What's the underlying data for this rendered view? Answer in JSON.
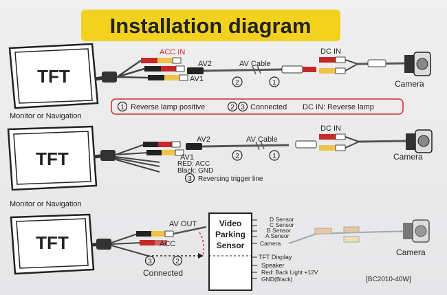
{
  "title": "Installation diagram",
  "monitor": {
    "screen_label": "TFT",
    "caption": "Monitor or Navigation"
  },
  "labels": {
    "acc_in": "ACC IN",
    "dc_in": "DC IN",
    "av1": "AV1",
    "av2": "AV2",
    "av_cable": "AV Cable",
    "camera": "Camera",
    "red_acc": "RED: ACC",
    "black_gnd": "Black: GND",
    "reversing_trigger": "Reversing trigger line",
    "av_out": "AV OUT",
    "acc": "ACC",
    "connected": "Connected",
    "model": "[BC2010-40W]"
  },
  "legend": {
    "item1": "Reverse lamp positive",
    "item23": "Connected",
    "dc_in_note": "DC IN: Reverse lamp"
  },
  "numbers": {
    "one": "1",
    "two": "2",
    "three": "3"
  },
  "sensor_box": {
    "title_line1": "Video",
    "title_line2": "Parking",
    "title_line3": "Sensor",
    "ports": [
      "D Sensor",
      "C Sensor",
      "B Sensor",
      "A Sensor",
      "Camera"
    ],
    "tft_display": "TFT Display",
    "speaker": "Speaker",
    "red_back_light": "Red: Back Light +12V",
    "gnd_black": "GND(Black)"
  },
  "colors": {
    "title_bg": "#f2d21e",
    "accent_red": "#d3282a",
    "cable": "#555555"
  }
}
